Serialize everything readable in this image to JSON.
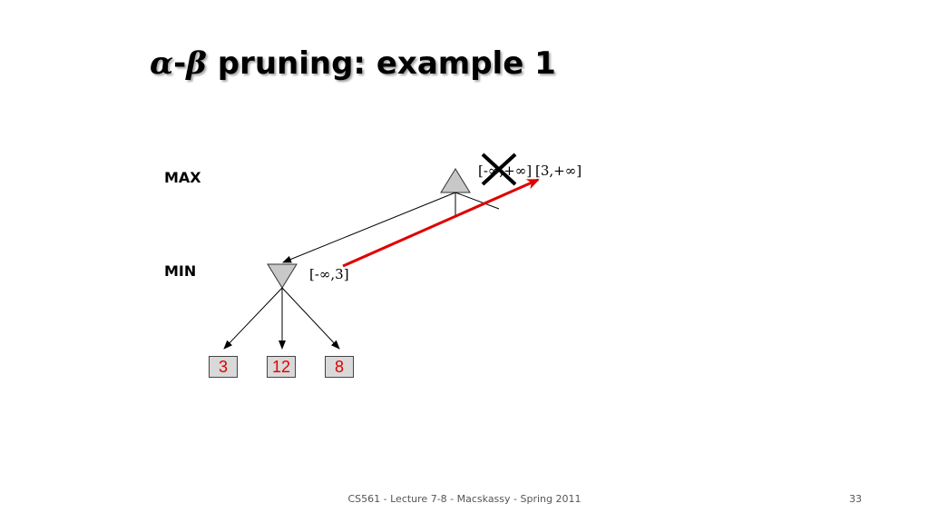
{
  "title": {
    "alpha": "α",
    "dash": "-",
    "beta": "β",
    "text": " pruning: example 1"
  },
  "levels": {
    "max": "MAX",
    "min": "MIN"
  },
  "intervals": {
    "root_old": "[-∞,+∞]",
    "root_new": "[3,+∞]",
    "min_node": "[-∞,3]"
  },
  "leaves": [
    "3",
    "12",
    "8"
  ],
  "footer": {
    "text": "CS561 - Lecture 7-8 - Macskassy - Spring 2011",
    "page": "33"
  },
  "colors": {
    "node_fill": "#c8c8c8",
    "leaf_fill": "#d9d9d9",
    "leaf_text": "#e00000",
    "arrow_red": "#e00000"
  }
}
